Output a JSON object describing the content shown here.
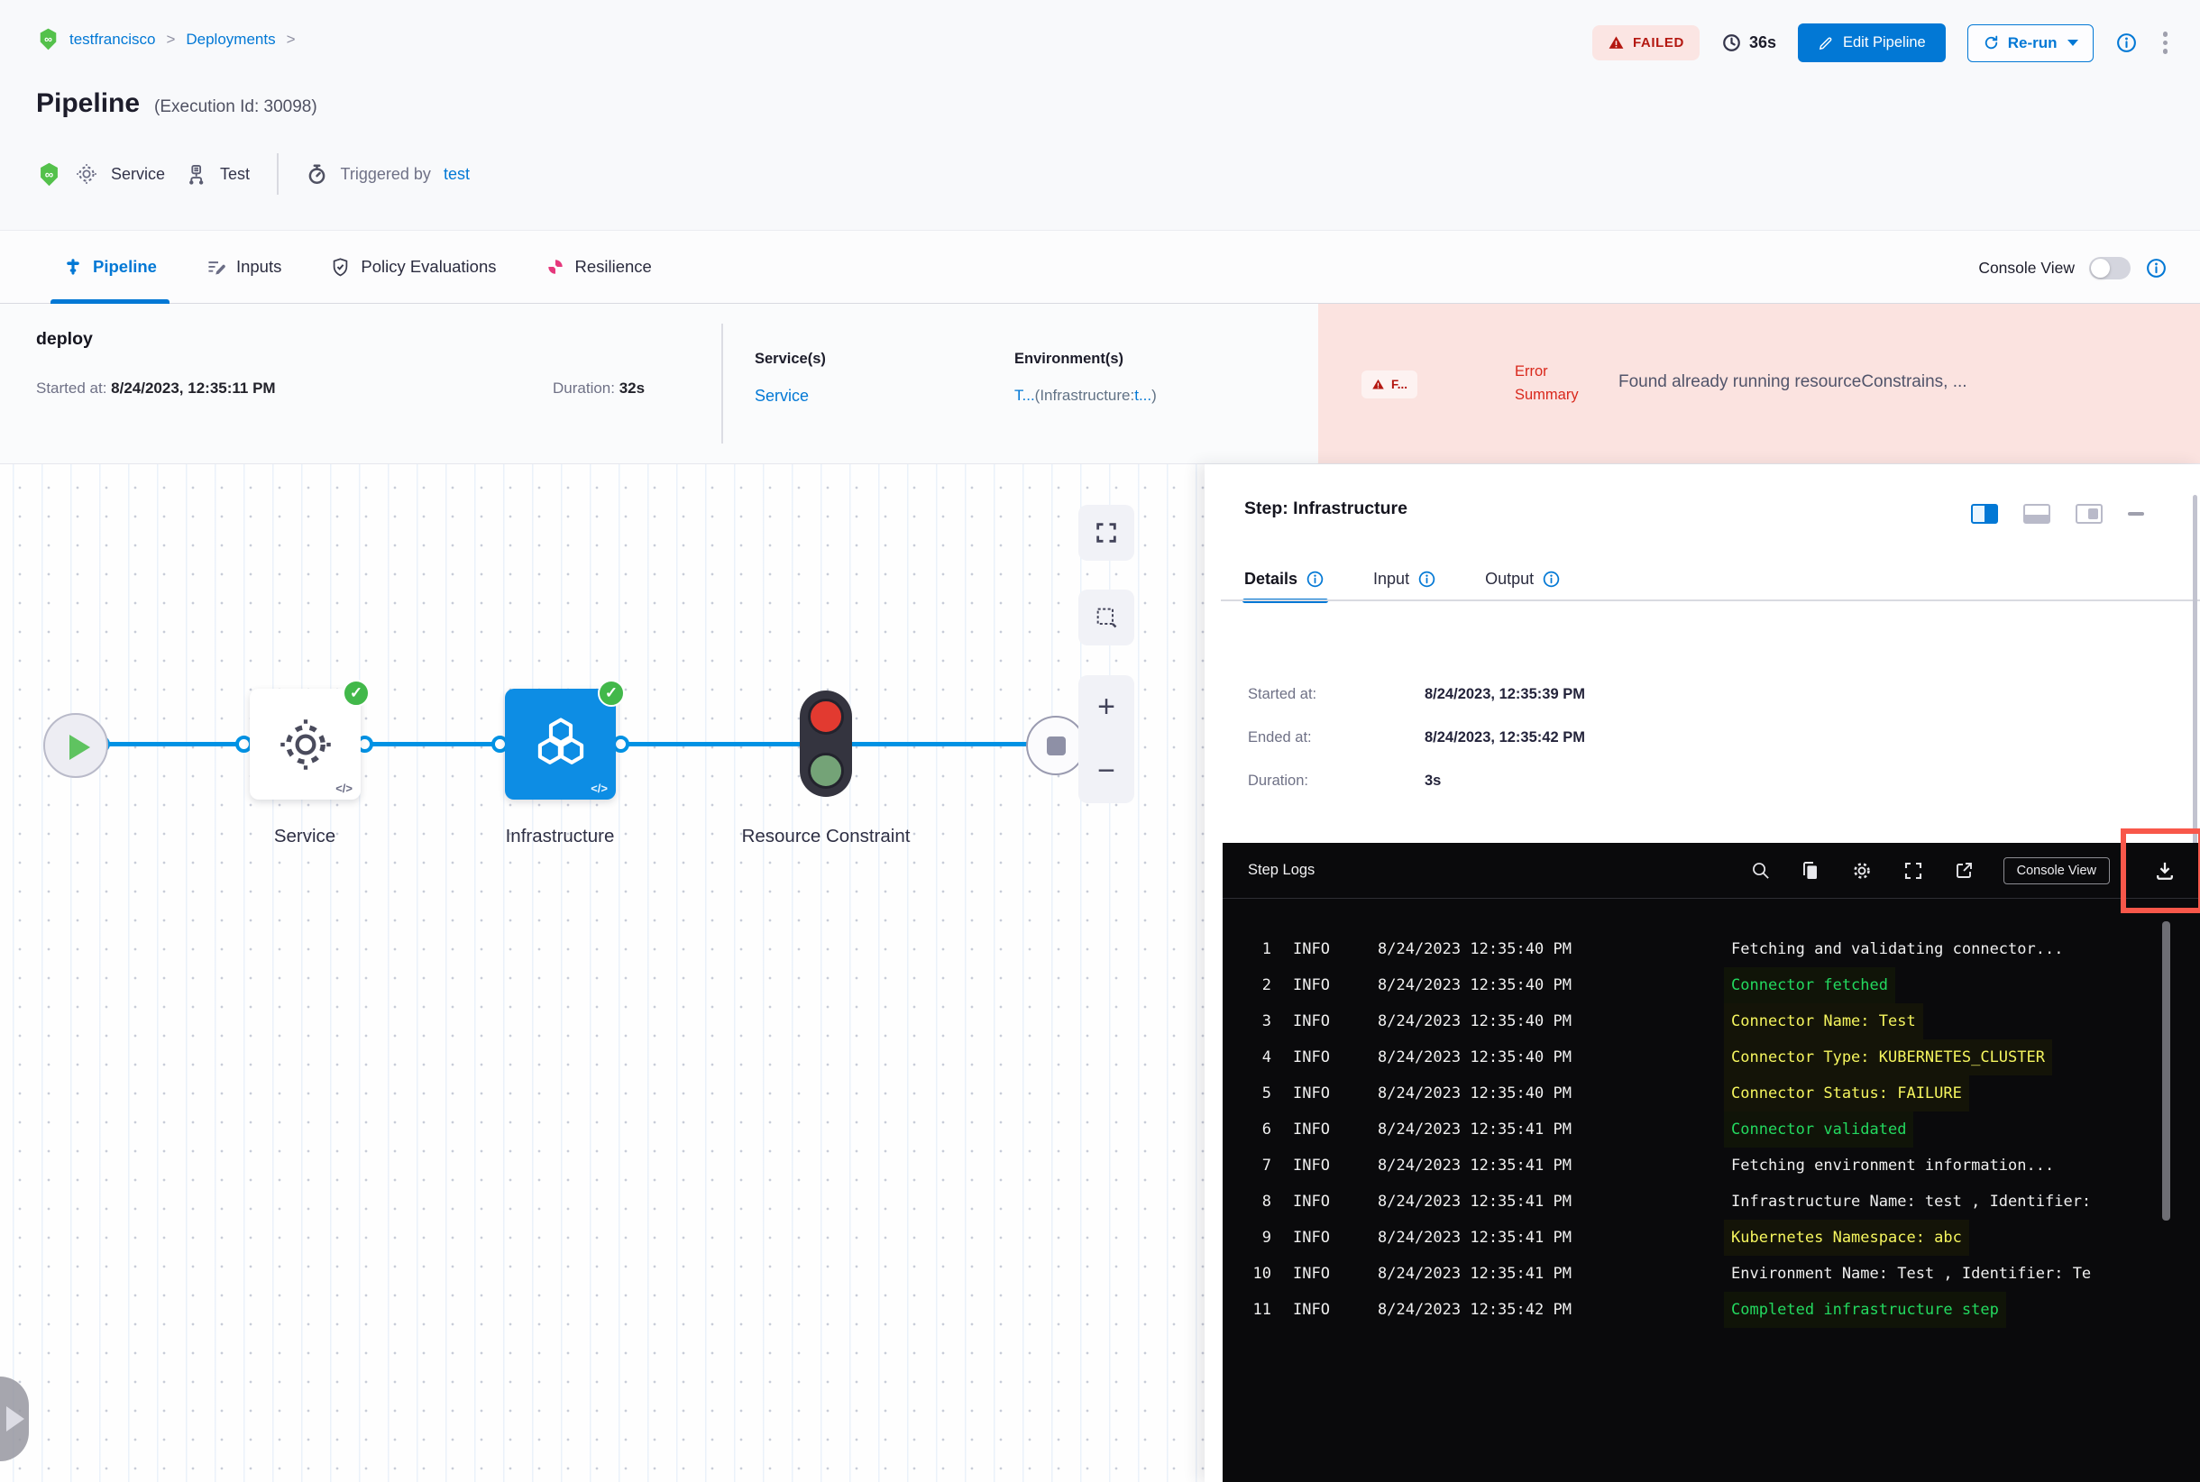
{
  "colors": {
    "accent_blue": "#0278d5",
    "failed_red": "#b41710",
    "error_panel_bg": "#fbe3e0",
    "node_blue": "#0d8de4",
    "success_green": "#42b84a",
    "log_green": "#23d95f",
    "log_yellow": "#f5f55e",
    "terminal_bg": "#0a0a0c",
    "highlight_red": "#f8574a"
  },
  "breadcrumb": {
    "project": "testfrancisco",
    "separator": ">",
    "section": "Deployments"
  },
  "header": {
    "title": "Pipeline",
    "execution_id": "(Execution Id: 30098)",
    "status_badge": "FAILED",
    "duration": "36s",
    "edit_pipeline": "Edit Pipeline",
    "rerun": "Re-run",
    "service": "Service",
    "environment": "Test",
    "triggered_by_label": "Triggered by",
    "triggered_by_value": "test"
  },
  "tabs": {
    "pipeline": "Pipeline",
    "inputs": "Inputs",
    "policy": "Policy Evaluations",
    "resilience": "Resilience",
    "console_view": "Console View"
  },
  "summary": {
    "stage_name": "deploy",
    "started_label": "Started at:",
    "started_value": "8/24/2023, 12:35:11 PM",
    "duration_label": "Duration:",
    "duration_value": "32s",
    "services_label": "Service(s)",
    "services_value": "Service",
    "environments_label": "Environment(s)",
    "env_part1": "T...",
    "env_part2": "(Infrastructure:",
    "env_part3": "t...",
    "env_part4": ")",
    "error_badge": "F...",
    "error_label_line1": "Error",
    "error_label_line2": "Summary",
    "error_message": "Found already running resourceConstrains, ..."
  },
  "graph": {
    "code_glyph": "</>",
    "nodes": [
      {
        "label": "Service"
      },
      {
        "label": "Infrastructure"
      },
      {
        "label": "Resource Constraint"
      }
    ]
  },
  "step_panel": {
    "title": "Step: Infrastructure",
    "tab_details": "Details",
    "tab_input": "Input",
    "tab_output": "Output",
    "started_label": "Started at:",
    "started_value": "8/24/2023, 12:35:39 PM",
    "ended_label": "Ended at:",
    "ended_value": "8/24/2023, 12:35:42 PM",
    "duration_label": "Duration:",
    "duration_value": "3s"
  },
  "logs": {
    "title": "Step Logs",
    "console_view": "Console View",
    "lines": [
      {
        "num": "1",
        "level": "INFO",
        "time": "8/24/2023 12:35:40 PM",
        "msg": "Fetching and validating connector...",
        "color": "white"
      },
      {
        "num": "2",
        "level": "INFO",
        "time": "8/24/2023 12:35:40 PM",
        "msg": "Connector fetched",
        "color": "green"
      },
      {
        "num": "3",
        "level": "INFO",
        "time": "8/24/2023 12:35:40 PM",
        "msg": "Connector Name: Test",
        "color": "yellow"
      },
      {
        "num": "4",
        "level": "INFO",
        "time": "8/24/2023 12:35:40 PM",
        "msg": "Connector Type: KUBERNETES_CLUSTER",
        "color": "yellow"
      },
      {
        "num": "5",
        "level": "INFO",
        "time": "8/24/2023 12:35:40 PM",
        "msg": "Connector Status: FAILURE",
        "color": "yellow"
      },
      {
        "num": "6",
        "level": "INFO",
        "time": "8/24/2023 12:35:41 PM",
        "msg": "Connector validated",
        "color": "green"
      },
      {
        "num": "7",
        "level": "INFO",
        "time": "8/24/2023 12:35:41 PM",
        "msg": "Fetching environment information...",
        "color": "white"
      },
      {
        "num": "8",
        "level": "INFO",
        "time": "8/24/2023 12:35:41 PM",
        "msg": "Infrastructure Name: test , Identifier:",
        "color": "white"
      },
      {
        "num": "9",
        "level": "INFO",
        "time": "8/24/2023 12:35:41 PM",
        "msg": "Kubernetes Namespace: abc",
        "color": "yellow"
      },
      {
        "num": "10",
        "level": "INFO",
        "time": "8/24/2023 12:35:41 PM",
        "msg": "Environment Name: Test , Identifier: Te",
        "color": "white"
      },
      {
        "num": "11",
        "level": "INFO",
        "time": "8/24/2023 12:35:42 PM",
        "msg": "Completed infrastructure step",
        "color": "green"
      }
    ]
  }
}
